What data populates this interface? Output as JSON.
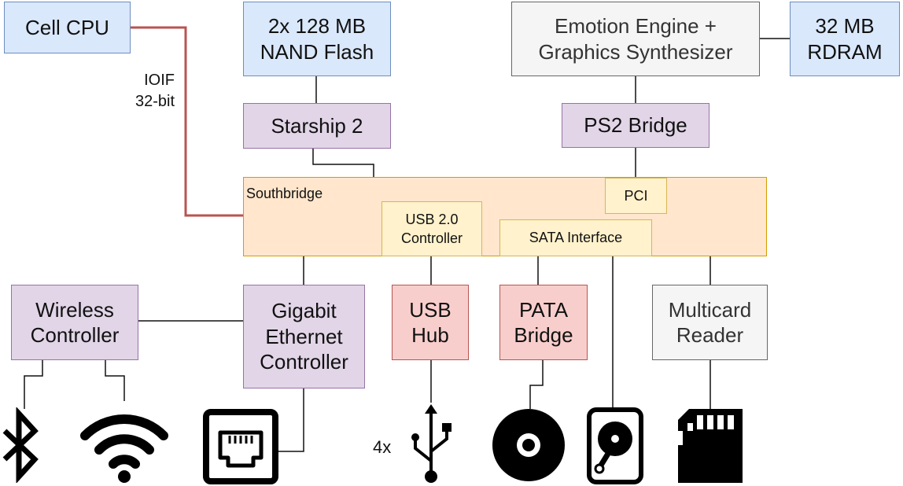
{
  "blocks": {
    "cell_cpu": "Cell CPU",
    "nand_flash": "2x 128 MB\nNAND Flash",
    "emotion_engine": "Emotion Engine +\nGraphics Synthesizer",
    "rdram": "32 MB\nRDRAM",
    "starship2": "Starship 2",
    "ps2_bridge": "PS2 Bridge",
    "southbridge": "Southbridge",
    "pci": "PCI",
    "usb_controller": "USB 2.0\nController",
    "sata_interface": "SATA Interface",
    "wireless_controller": "Wireless\nController",
    "gigabit_ethernet": "Gigabit\nEthernet\nController",
    "usb_hub": "USB\nHub",
    "pata_bridge": "PATA\nBridge",
    "multicard_reader": "Multicard\nReader"
  },
  "link_labels": {
    "ioif": "IOIF\n32-bit"
  },
  "ports": {
    "usb_count": "4x"
  },
  "icons": [
    "bluetooth-icon",
    "wifi-icon",
    "ethernet-port-icon",
    "usb-icon",
    "optical-disc-icon",
    "hard-drive-icon",
    "sd-card-icon"
  ],
  "colors": {
    "cpu_memory": "#dae8fc",
    "controllers": "#e1d5e7",
    "legacy": "#f5f5f5",
    "bridges": "#f8cecc",
    "southbridge": "#ffe6cc",
    "interfaces": "#fff2cc",
    "ioif_link": "#b85450"
  }
}
